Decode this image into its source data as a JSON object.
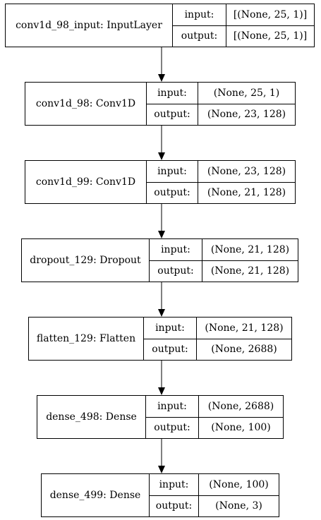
{
  "nodes": [
    {
      "name": "conv1d_98_input: InputLayer",
      "input_label": "input:",
      "output_label": "output:",
      "input": "[(None, 25, 1)]",
      "output": "[(None, 25, 1)]"
    },
    {
      "name": "conv1d_98: Conv1D",
      "input_label": "input:",
      "output_label": "output:",
      "input": "(None, 25, 1)",
      "output": "(None, 23, 128)"
    },
    {
      "name": "conv1d_99: Conv1D",
      "input_label": "input:",
      "output_label": "output:",
      "input": "(None, 23, 128)",
      "output": "(None, 21, 128)"
    },
    {
      "name": "dropout_129: Dropout",
      "input_label": "input:",
      "output_label": "output:",
      "input": "(None, 21, 128)",
      "output": "(None, 21, 128)"
    },
    {
      "name": "flatten_129: Flatten",
      "input_label": "input:",
      "output_label": "output:",
      "input": "(None, 21, 128)",
      "output": "(None, 2688)"
    },
    {
      "name": "dense_498: Dense",
      "input_label": "input:",
      "output_label": "output:",
      "input": "(None, 2688)",
      "output": "(None, 100)"
    },
    {
      "name": "dense_499: Dense",
      "input_label": "input:",
      "output_label": "output:",
      "input": "(None, 100)",
      "output": "(None, 3)"
    }
  ]
}
